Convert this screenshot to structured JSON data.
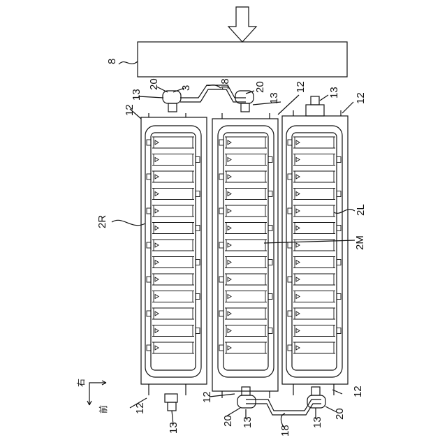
{
  "figure": {
    "labels": {
      "box": "8",
      "module_right": "2R",
      "module_middle": "2M",
      "module_left": "2L",
      "bracket": "12",
      "connector": "13",
      "busbar": "18",
      "nut": "20",
      "terminal": "3"
    },
    "direction": {
      "right": "右",
      "front": "前"
    }
  }
}
